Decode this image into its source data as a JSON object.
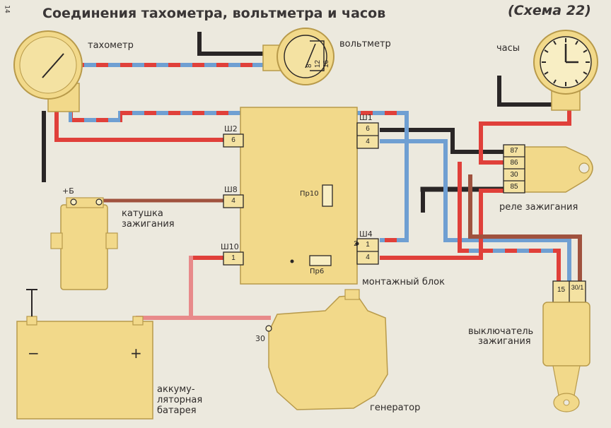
{
  "title": "Соединения тахометра, вольтметра и часов",
  "scheme": "(Схема 22)",
  "page_number": "14",
  "labels": {
    "tachometer": "тахометр",
    "voltmeter": "вольтметр",
    "clock": "часы",
    "ignition_coil_line1": "катушка",
    "ignition_coil_line2": "зажигания",
    "coil_terminal": "+Б",
    "mounting_block": "монтажный блок",
    "ignition_relay": "реле зажигания",
    "ignition_switch_line1": "выключатель",
    "ignition_switch_line2": "зажигания",
    "battery_line1": "аккуму-",
    "battery_line2": "ляторная",
    "battery_line3": "батарея",
    "battery_minus": "−",
    "battery_plus": "+",
    "generator": "генератор",
    "generator_terminal": "30"
  },
  "voltmeter_scale": [
    "8",
    "12",
    "16"
  ],
  "connectors": {
    "sh1": {
      "name": "Ш1",
      "pins": [
        "6",
        "4"
      ]
    },
    "sh2": {
      "name": "Ш2",
      "pins": [
        "6"
      ]
    },
    "sh8": {
      "name": "Ш8",
      "pins": [
        "4"
      ]
    },
    "sh10": {
      "name": "Ш10",
      "pins": [
        "1"
      ]
    },
    "sh4": {
      "name": "Ш4",
      "pins": [
        "1",
        "4"
      ],
      "extra": "2"
    }
  },
  "fuses": {
    "pr10": "Пр10",
    "pr6": "Пр6"
  },
  "relay_pins": [
    "87",
    "86",
    "30",
    "85"
  ],
  "switch_pins": [
    "15",
    "30/1"
  ],
  "colors": {
    "paper": "#ece9de",
    "component": "#f2d98a",
    "component_edge": "#b89a4a",
    "wire_red": "#e0403a",
    "wire_blue": "#6f9fd2",
    "wire_black": "#2a2626",
    "wire_brown": "#a0523e",
    "wire_pink": "#e88a8a"
  }
}
